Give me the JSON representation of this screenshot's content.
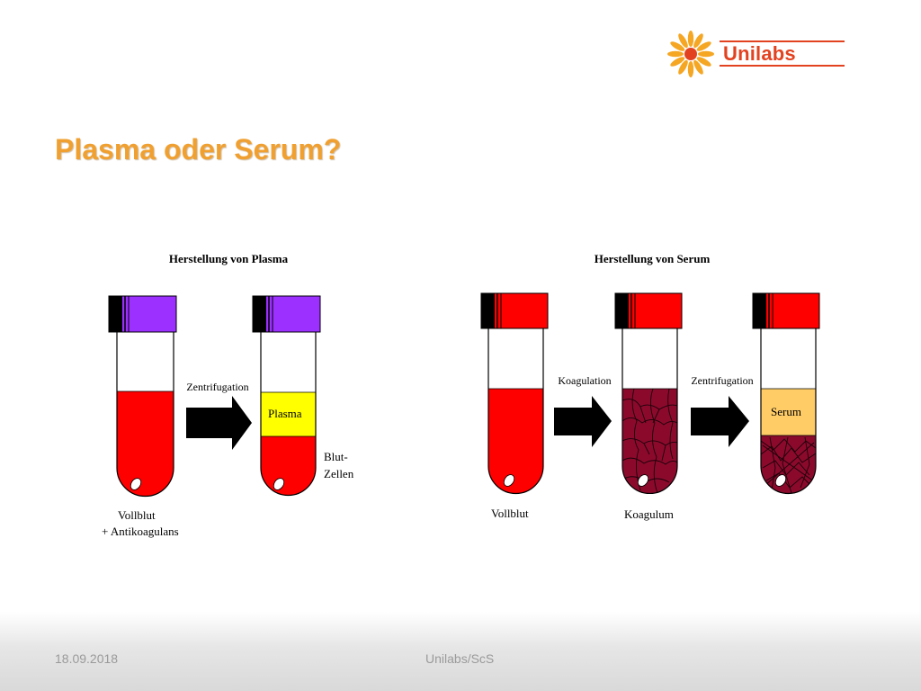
{
  "header": {
    "logo_text": "Unilabs",
    "title": "Plasma oder Serum?"
  },
  "diagram": {
    "plasma_heading": "Herstellung von Plasma",
    "serum_heading": "Herstellung von Serum",
    "arrow_zentrifugation": "Zentrifugation",
    "arrow_koagulation": "Koagulation",
    "label_plasma": "Plasma",
    "label_serum": "Serum",
    "label_blutzellen_line1": "Blut-",
    "label_blutzellen_line2": "Zellen",
    "label_vollblut_antikoagulans_line1": "Vollblut",
    "label_vollblut_antikoagulans_line2": "+ Antikoagulans",
    "label_vollblut": "Vollblut",
    "label_koagulum": "Koagulum"
  },
  "colors": {
    "title": "#f0a030",
    "brand": "#e2421f",
    "purple_cap": "#9b30ff",
    "red_cap": "#ff0000",
    "blood": "#ff0000",
    "plasma": "#ffff00",
    "serum": "#ffcc66",
    "clot": "#8b0a2c"
  },
  "footer": {
    "date": "18.09.2018",
    "center": "Unilabs/ScS"
  }
}
